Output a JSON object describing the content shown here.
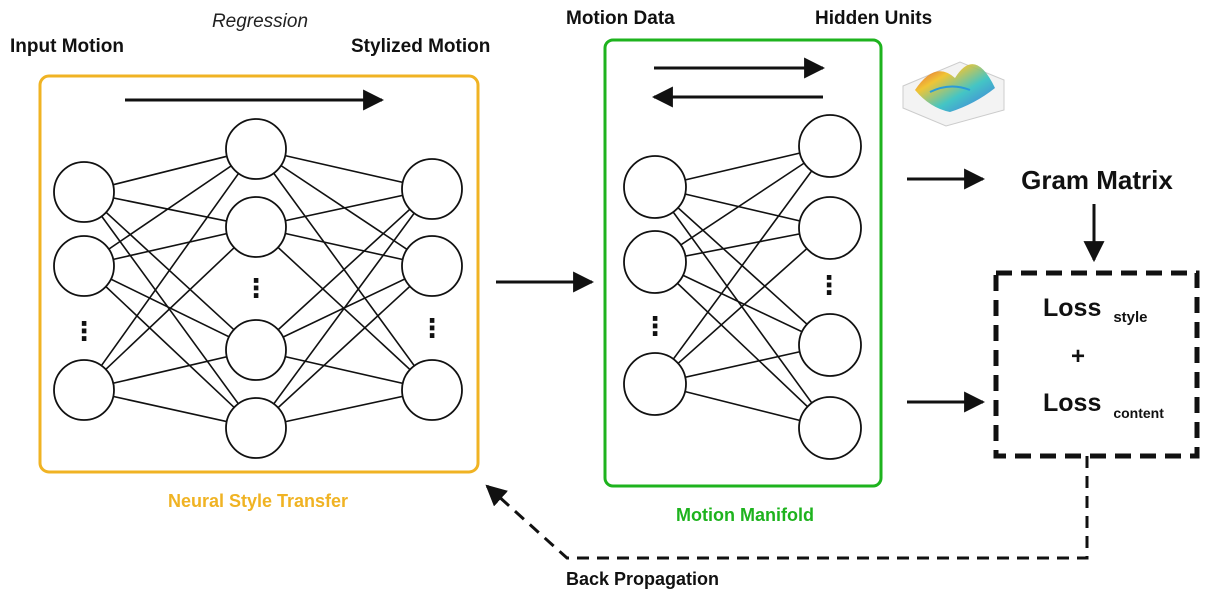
{
  "labels": {
    "regression": "Regression",
    "input_motion": "Input Motion",
    "stylized_motion": "Stylized Motion",
    "motion_data": "Motion Data",
    "hidden_units": "Hidden Units",
    "gram_matrix": "Gram Matrix",
    "loss_style_main": "Loss",
    "loss_style_sub": "style",
    "plus": "+",
    "loss_content_main": "Loss",
    "loss_content_sub": "content",
    "neural_style_transfer": "Neural Style Transfer",
    "motion_manifold": "Motion Manifold",
    "back_propagation": "Back Propagation",
    "ellipsis": "⋮"
  },
  "colors": {
    "nst_box": "#f0b323",
    "manifold_box": "#1eb31e",
    "nst_label": "#f0b323",
    "manifold_label": "#1eb31e",
    "ink": "#111111"
  }
}
